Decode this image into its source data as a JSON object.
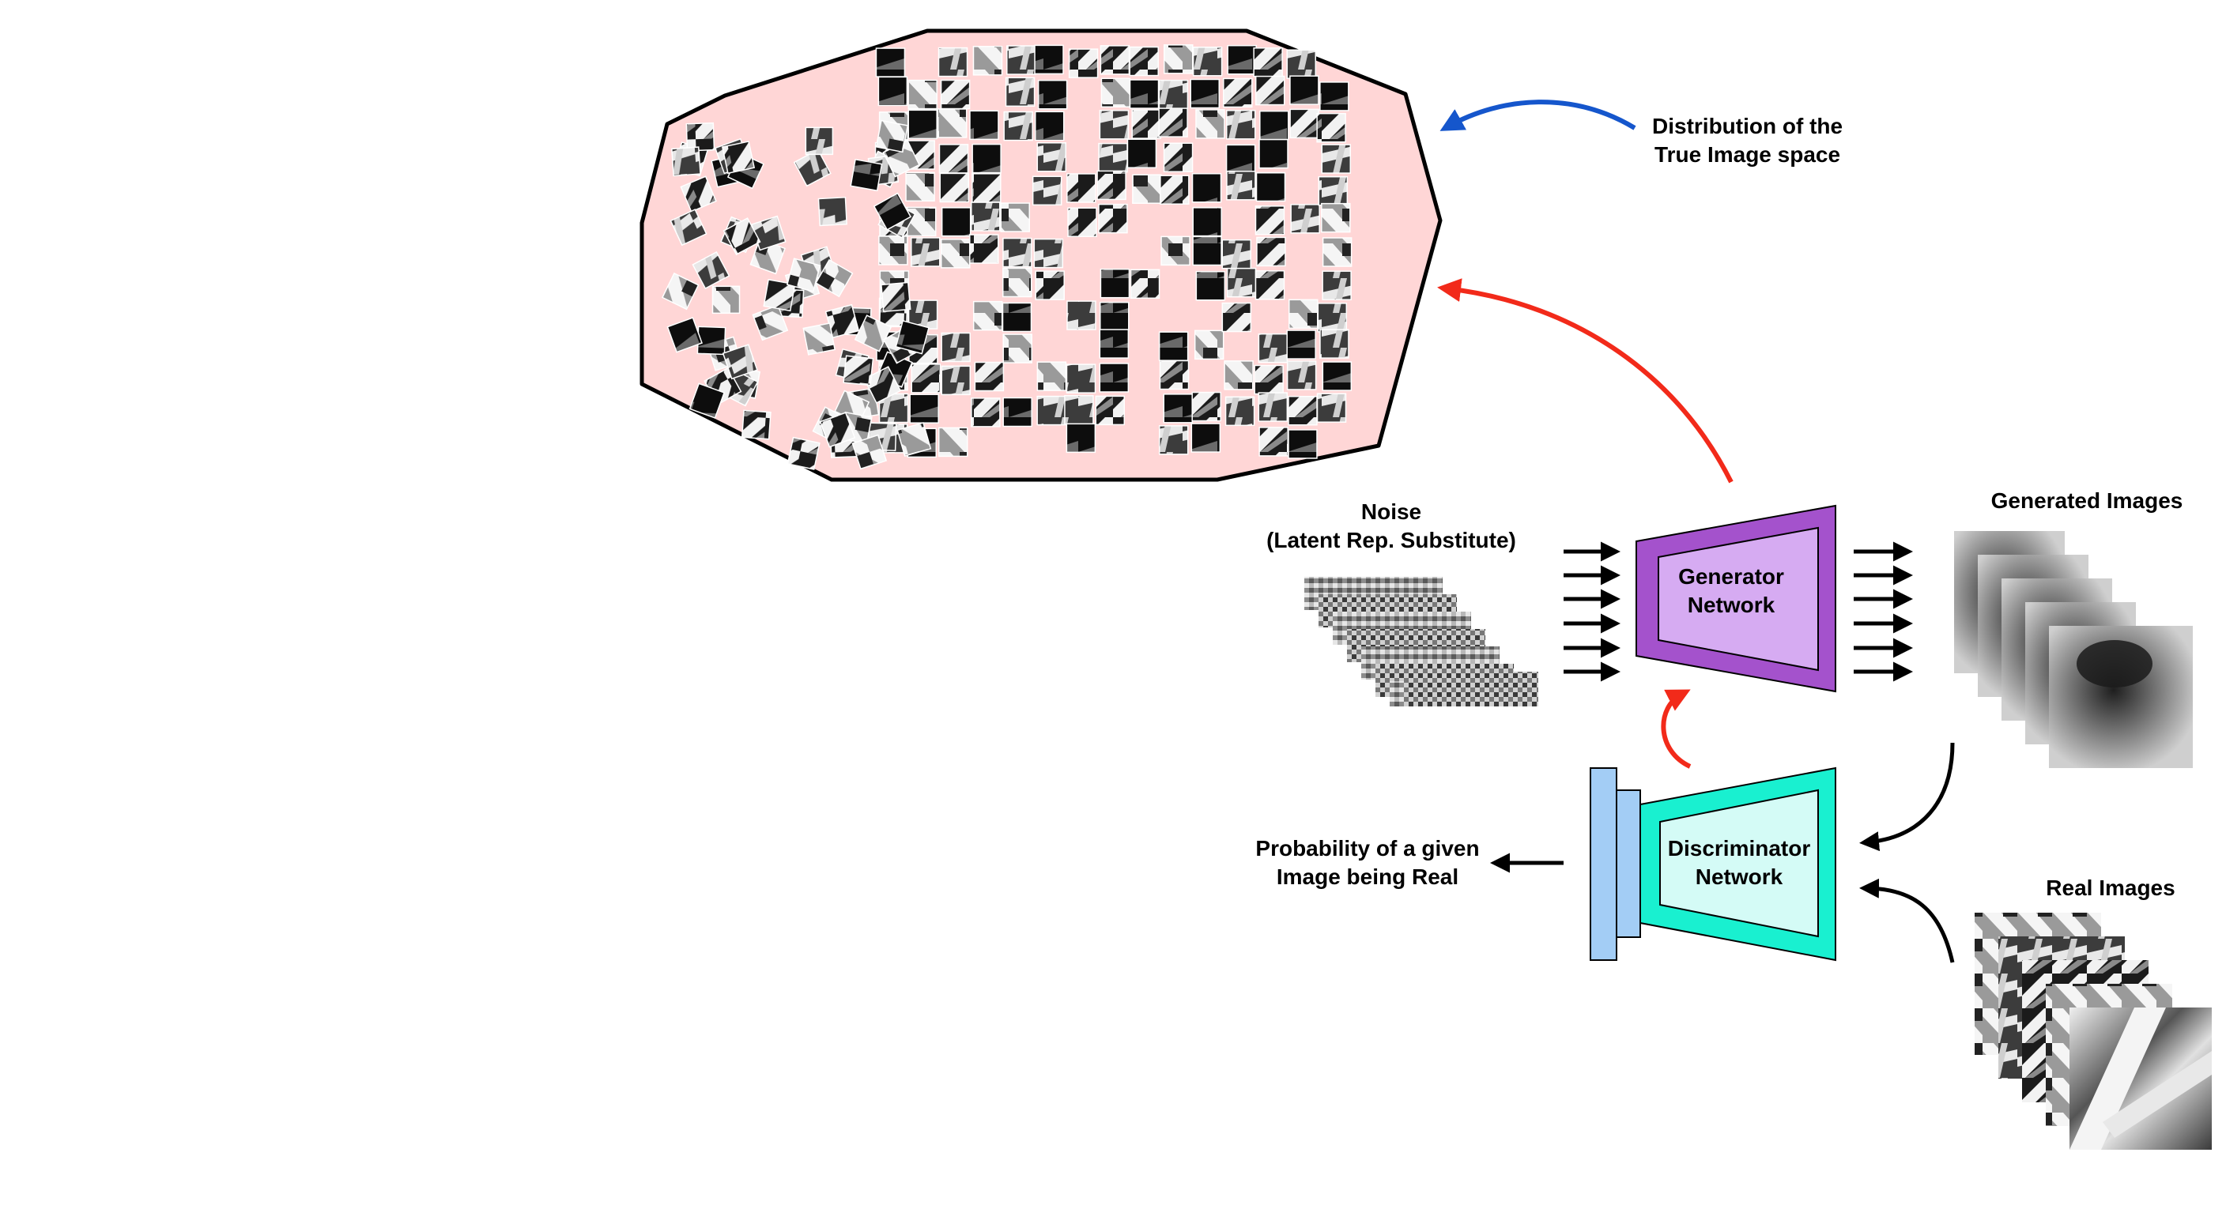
{
  "labels": {
    "true_space": [
      "Distribution of the",
      "True Image space"
    ],
    "noise": [
      "Noise",
      "(Latent Rep. Substitute)"
    ],
    "generator": [
      "Generator",
      "Network"
    ],
    "discriminator": [
      "Discriminator",
      "Network"
    ],
    "generated_images": "Generated Images",
    "real_images": "Real Images",
    "probability": [
      "Probability of a given",
      "Image being Real"
    ]
  },
  "colors": {
    "background": "#ffffff",
    "true_space_fill": "#ffd6d6",
    "outline": "#000000",
    "generator_outer": "#a452cc",
    "generator_inner": "#d6abf2",
    "discriminator_outer": "#19f0d0",
    "discriminator_inner": "#d4fbf6",
    "disc_input_block": "#a3cdf5",
    "arrow_blue": "#1556cc",
    "arrow_red": "#f22a1a",
    "arrow_black": "#000000"
  },
  "icons": {
    "true_space": "true-image-space-scatter",
    "noise": "noise-patch-stack",
    "generated": "generated-image-stack",
    "real": "real-image-stack"
  }
}
